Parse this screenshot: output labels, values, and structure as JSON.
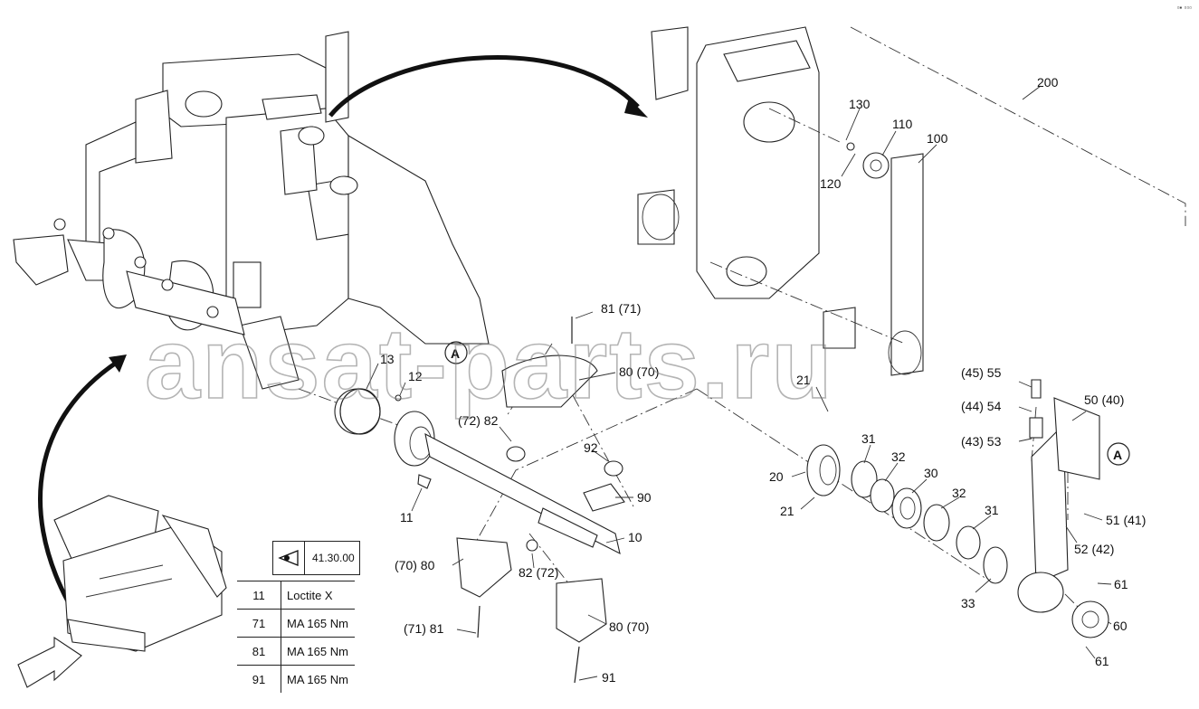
{
  "watermark": "ansat-parts.ru",
  "corner_mark": "▫▪ ▫▫▫",
  "reference": {
    "icon": "eye-icon",
    "code": "41.30.00"
  },
  "detail_marker": "A",
  "callouts": {
    "c200": "200",
    "c130": "130",
    "c110": "110",
    "c100": "100",
    "c120": "120",
    "c81a": "81 (71)",
    "c80a": "80 (70)",
    "c13": "13",
    "c12": "12",
    "c82a": "(72) 82",
    "c92": "92",
    "c90": "90",
    "c11": "11",
    "c10": "10",
    "c70_80": "(70) 80",
    "c82b": "82 (72)",
    "c71_81": "(71) 81",
    "c80b": "80 (70)",
    "c91": "91",
    "c21a": "21",
    "c20": "20",
    "c21b": "21",
    "c31a": "31",
    "c32a": "32",
    "c30": "30",
    "c32b": "32",
    "c31b": "31",
    "c33": "33",
    "c45_55": "(45) 55",
    "c44_54": "(44) 54",
    "c43_53": "(43) 53",
    "c50_40": "50 (40)",
    "c51_41": "51 (41)",
    "c52_42": "52 (42)",
    "c61a": "61",
    "c60": "60",
    "c61b": "61"
  },
  "legend": [
    {
      "num": "11",
      "text": "Loctite X"
    },
    {
      "num": "71",
      "text": "MA 165 Nm"
    },
    {
      "num": "81",
      "text": "MA 165 Nm"
    },
    {
      "num": "91",
      "text": "MA 165 Nm"
    }
  ]
}
